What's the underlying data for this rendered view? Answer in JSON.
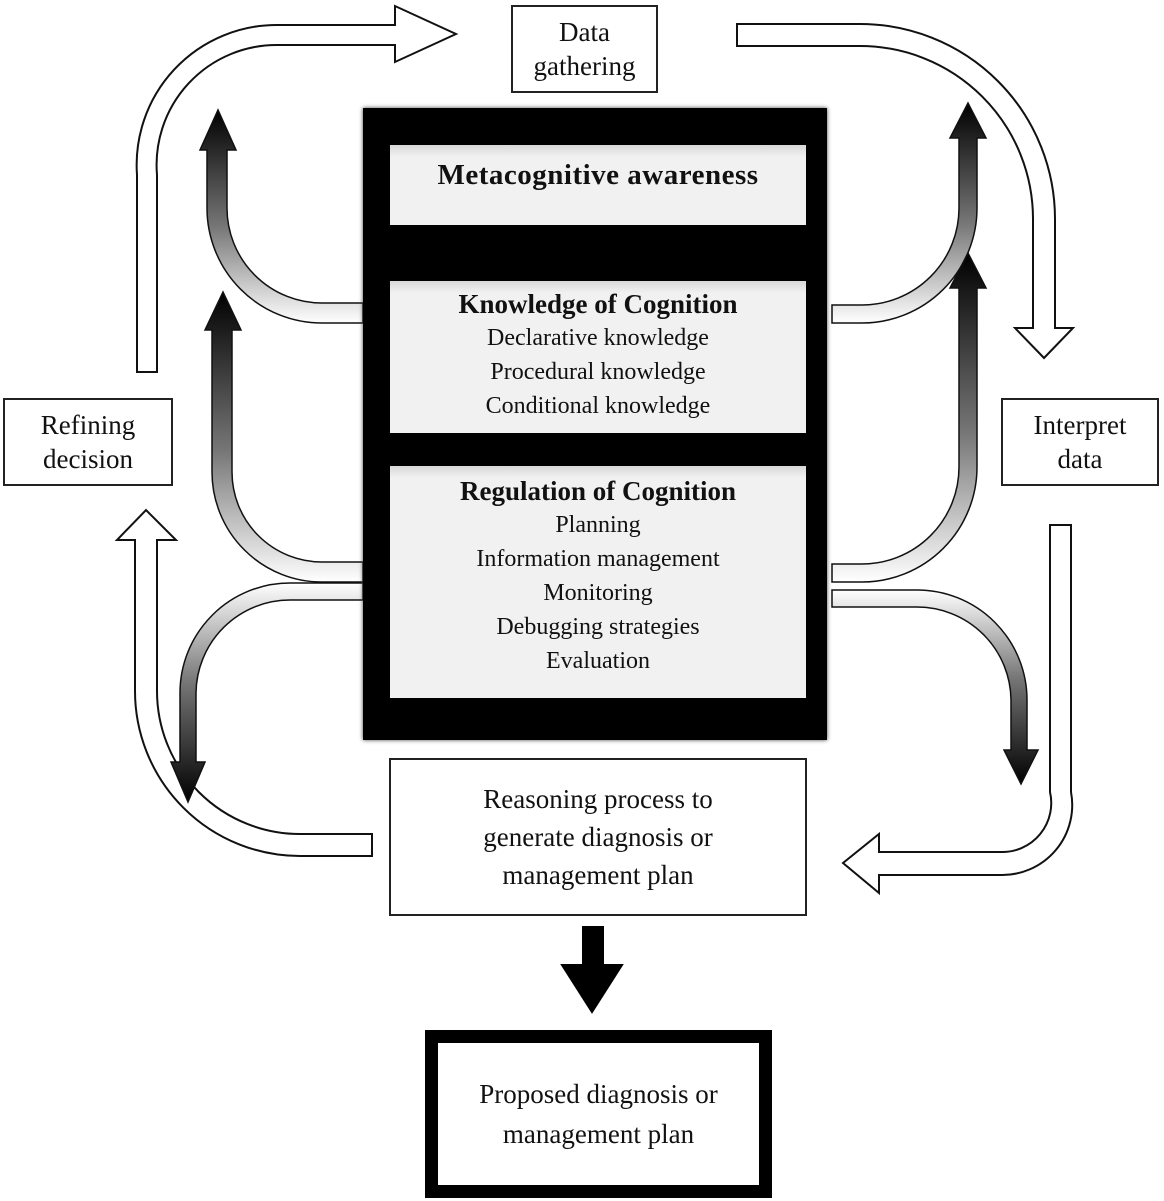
{
  "diagram": {
    "nodes": {
      "data_gathering": [
        "Data",
        "gathering"
      ],
      "interpret_data": [
        "Interpret",
        "data"
      ],
      "refining_decision": [
        "Refining",
        "decision"
      ],
      "reasoning": [
        "Reasoning process to",
        "generate diagnosis or",
        "management plan"
      ],
      "proposed": [
        "Proposed diagnosis or",
        "management plan"
      ]
    },
    "metacognition": {
      "title": "Metacognitive awareness",
      "knowledge": {
        "heading": "Knowledge of Cognition",
        "items": [
          "Declarative knowledge",
          "Procedural knowledge",
          "Conditional knowledge"
        ]
      },
      "regulation": {
        "heading": "Regulation of Cognition",
        "items": [
          "Planning",
          "Information management",
          "Monitoring",
          "Debugging strategies",
          "Evaluation"
        ]
      }
    },
    "edges": [
      {
        "from": "Refining decision",
        "to": "Data gathering",
        "style": "outline"
      },
      {
        "from": "Data gathering",
        "to": "Interpret data",
        "style": "outline"
      },
      {
        "from": "Interpret data",
        "to": "Reasoning process",
        "style": "outline"
      },
      {
        "from": "Reasoning process",
        "to": "Refining decision",
        "style": "outline"
      },
      {
        "from": "Reasoning process",
        "to": "Proposed diagnosis or management plan",
        "style": "solid"
      },
      {
        "from": "Metacognitive awareness",
        "to": "cycle",
        "style": "gradient",
        "count": 6
      }
    ]
  }
}
